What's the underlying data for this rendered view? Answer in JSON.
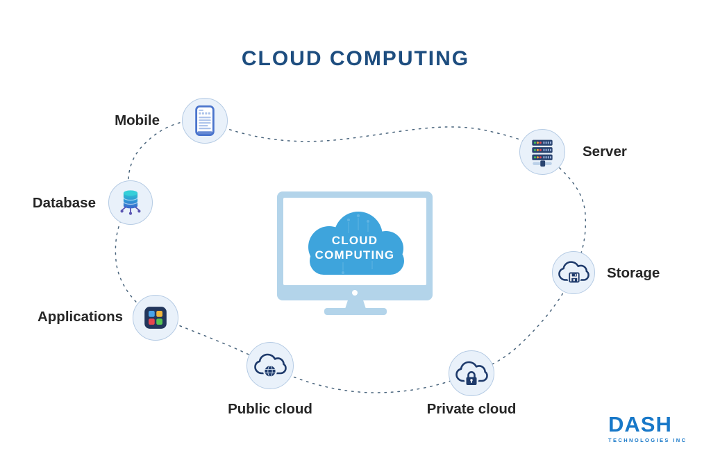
{
  "title": "CLOUD COMPUTING",
  "center_monitor": {
    "cloud_label_line1": "CLOUD",
    "cloud_label_line2": "COMPUTING"
  },
  "nodes": [
    {
      "label": "Mobile",
      "icon": "mobile-icon"
    },
    {
      "label": "Database",
      "icon": "database-icon"
    },
    {
      "label": "Applications",
      "icon": "applications-icon"
    },
    {
      "label": "Public cloud",
      "icon": "public-cloud-icon"
    },
    {
      "label": "Private cloud",
      "icon": "private-cloud-icon"
    },
    {
      "label": "Storage",
      "icon": "storage-cloud-icon"
    },
    {
      "label": "Server",
      "icon": "server-icon"
    }
  ],
  "logo": {
    "name": "DASH",
    "tagline": "TECHNOLOGIES INC"
  },
  "colors": {
    "title_navy": "#1d4d7f",
    "center_cloud_blue": "#3ea4dc",
    "monitor_frame_blue": "#b3d4ea",
    "node_circle_fill": "#e9f1fa",
    "node_circle_border": "#b5cbe4",
    "icon_navy": "#1e3a6b",
    "dotted_line": "#2a4a66",
    "logo_blue": "#1878c8",
    "label_text": "#262626"
  }
}
